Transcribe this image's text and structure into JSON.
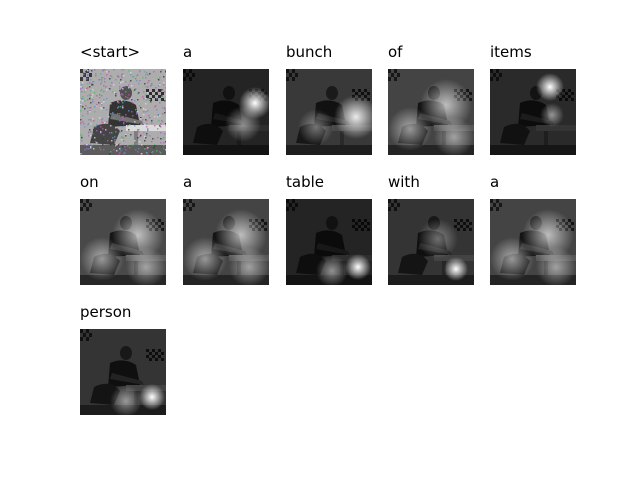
{
  "figure": {
    "panels": [
      {
        "word": "<start>",
        "attention": "none",
        "brightness": 0.9
      },
      {
        "word": "a",
        "attention": "top-right",
        "brightness": 0.35
      },
      {
        "word": "bunch",
        "attention": "right",
        "brightness": 0.55
      },
      {
        "word": "of",
        "attention": "spread",
        "brightness": 0.65
      },
      {
        "word": "items",
        "attention": "top-center",
        "brightness": 0.4
      },
      {
        "word": "on",
        "attention": "spread",
        "brightness": 0.7
      },
      {
        "word": "a",
        "attention": "spread",
        "brightness": 0.65
      },
      {
        "word": "table",
        "attention": "bottom-center",
        "brightness": 0.35
      },
      {
        "word": "with",
        "attention": "bottom-right",
        "brightness": 0.5
      },
      {
        "word": "a",
        "attention": "spread",
        "brightness": 0.65
      },
      {
        "word": "person",
        "attention": "bottom-center",
        "brightness": 0.5
      }
    ]
  }
}
